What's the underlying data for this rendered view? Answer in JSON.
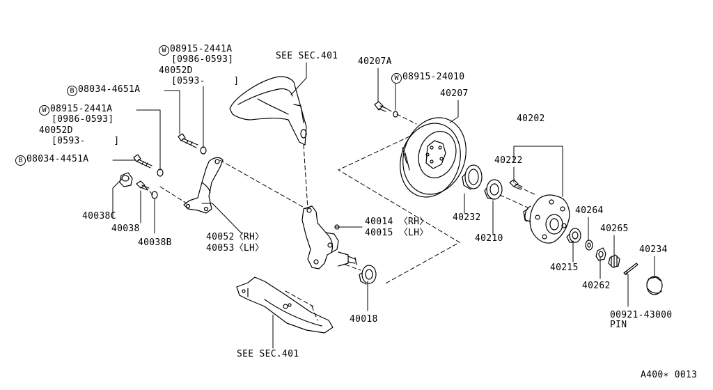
{
  "labels": {
    "w_08915_2441a_top": "08915-2441A",
    "range_0986_0593_top": "[0986-0593]",
    "p40052d_top": "40052D",
    "range_0593_top": "[0593-     ]",
    "b_08034_4651a": "08034-4651A",
    "w_08915_2441a_left": "08915-2441A",
    "range_0986_0593_left": "[0986-0593]",
    "p40052d_left": "40052D",
    "range_0593_left": "[0593-     ]",
    "b_08034_4451a": "08034-4451A",
    "see_sec_401_top": "SEE SEC.401",
    "p40207a": "40207A",
    "w_08915_24010": "08915-24010",
    "p40207": "40207",
    "p40202": "40202",
    "p40222": "40222",
    "p40038c": "40038C",
    "p40038": "40038",
    "p40038b": "40038B",
    "p40052_rh": "40052〈RH〉",
    "p40053_lh": "40053〈LH〉",
    "p40014_rh": "40014 〈RH〉",
    "p40015_lh": "40015 〈LH〉",
    "p40232": "40232",
    "p40210": "40210",
    "p40264": "40264",
    "p40265": "40265",
    "p40234": "40234",
    "p40215": "40215",
    "p40262": "40262",
    "p40018": "40018",
    "p00921_43000": "00921-43000",
    "pin": "PIN",
    "see_sec_401_bottom": "SEE SEC.401",
    "diagram_code": "A400∗ 0013"
  },
  "symbols": {
    "w": "W",
    "b": "B"
  }
}
